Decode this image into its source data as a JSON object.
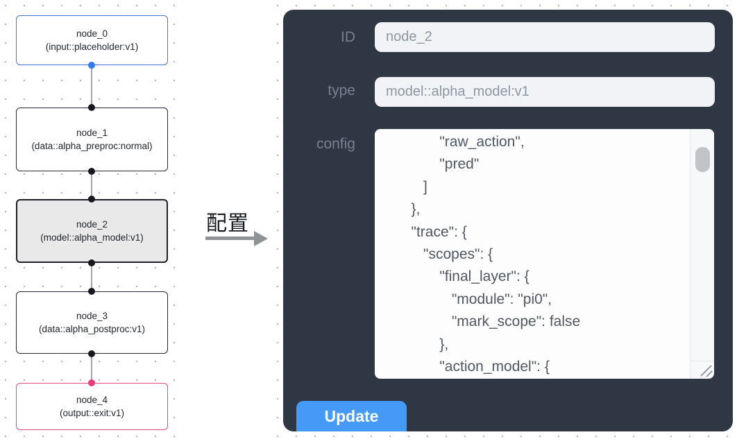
{
  "canvas": {
    "nodes": [
      {
        "title": "node_0",
        "subtitle": "(input::placeholder:v1)",
        "kind": "input"
      },
      {
        "title": "node_1",
        "subtitle": "(data::alpha_preproc:normal)",
        "kind": "data"
      },
      {
        "title": "node_2",
        "subtitle": "(model::alpha_model:v1)",
        "kind": "model",
        "selected": true
      },
      {
        "title": "node_3",
        "subtitle": "(data::alpha_postproc:v1)",
        "kind": "data"
      },
      {
        "title": "node_4",
        "subtitle": "(output::exit:v1)",
        "kind": "output"
      }
    ]
  },
  "annotation": {
    "label": "配置"
  },
  "panel": {
    "fields": [
      {
        "label": "ID",
        "value": "node_2"
      },
      {
        "label": "type",
        "value": "model::alpha_model:v1"
      }
    ],
    "config_label": "config",
    "config_lines": [
      "                \"raw_action\",",
      "                \"pred\"",
      "            ]",
      "         },",
      "         \"trace\": {",
      "            \"scopes\": {",
      "                \"final_layer\": {",
      "                   \"module\": \"pi0\",",
      "                   \"mark_scope\": false",
      "                },",
      "                \"action_model\": {"
    ],
    "update_label": "Update"
  },
  "colors": {
    "panel_bg": "#2f3744",
    "input_node_border": "#4272d2",
    "output_node_border": "#ea4781",
    "selected_node_bg": "#e9e9ea",
    "source_handle_blue": "#2e7cee",
    "target_handle_pink": "#e83d7b",
    "update_button": "#459af7"
  }
}
